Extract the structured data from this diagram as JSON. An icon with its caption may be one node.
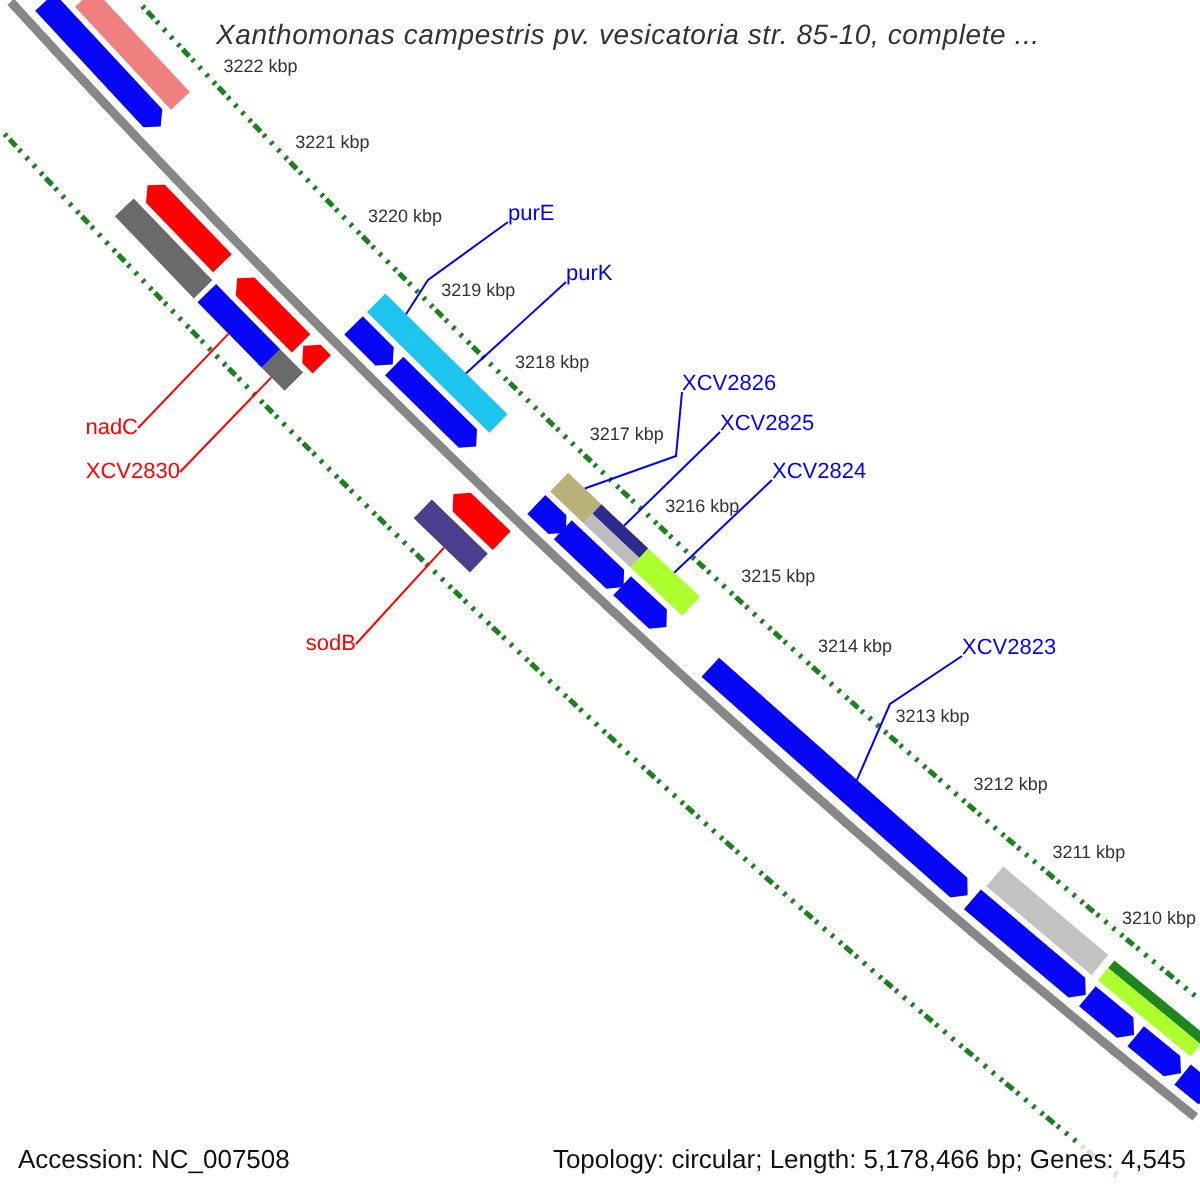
{
  "diagram": {
    "title": "Xanthomonas campestris pv. vesicatoria str. 85-10, complete ...",
    "nodes": [
      {
        "text": [
          "purE"
        ]
      },
      {
        "text": [
          "purK"
        ]
      },
      {
        "text": [
          "XCV2826"
        ]
      },
      {
        "text": [
          "XCV2825"
        ]
      },
      {
        "text": [
          "XCV2824"
        ]
      },
      {
        "text": [
          "nadC"
        ]
      },
      {
        "text": [
          "XCV2830"
        ]
      },
      {
        "text": [
          "sodB"
        ]
      },
      {
        "text": [
          "XCV2823"
        ]
      },
      {
        "text": [],
        "shape": "bar"
      },
      {
        "text": [],
        "shape": "bar"
      },
      {
        "text": [],
        "shape": "bar"
      },
      {
        "text": [],
        "shape": "bar"
      },
      {
        "text": [],
        "shape": "bar"
      },
      {
        "text": [],
        "shape": "bar"
      },
      {
        "text": [],
        "shape": "bar"
      },
      {
        "text": [],
        "shape": "bar"
      },
      {
        "text": [],
        "shape": "bar"
      }
    ],
    "edges": [
      {
        "from": 0,
        "to": 11,
        "arrow": "none"
      },
      {
        "from": 1,
        "to": 13,
        "arrow": "none"
      },
      {
        "from": 2,
        "to": 14,
        "arrow": "none"
      },
      {
        "from": 3,
        "to": 15,
        "arrow": "none"
      },
      {
        "from": 4,
        "to": 16,
        "arrow": "none"
      },
      {
        "from": 5,
        "to": 9,
        "arrow": "none",
        "color": "#ff0000"
      },
      {
        "from": 6,
        "to": 10,
        "arrow": "none",
        "color": "#ff0000"
      },
      {
        "from": 7,
        "to": 12,
        "arrow": "none",
        "color": "#ff0000"
      },
      {
        "from": 8,
        "to": 17,
        "arrow": "none"
      }
    ],
    "labels": [
      "3222 kbp",
      "3221 kbp",
      "3220 kbp",
      "3219 kbp",
      "3218 kbp",
      "3217 kbp",
      "3216 kbp",
      "3215 kbp",
      "3214 kbp",
      "3213 kbp",
      "3212 kbp",
      "3211 kbp",
      "3210 kbp",
      "Accession: NC_007508",
      "Topology: circular; Length: 5,178,466 bp; Genes: 4,545"
    ]
  }
}
